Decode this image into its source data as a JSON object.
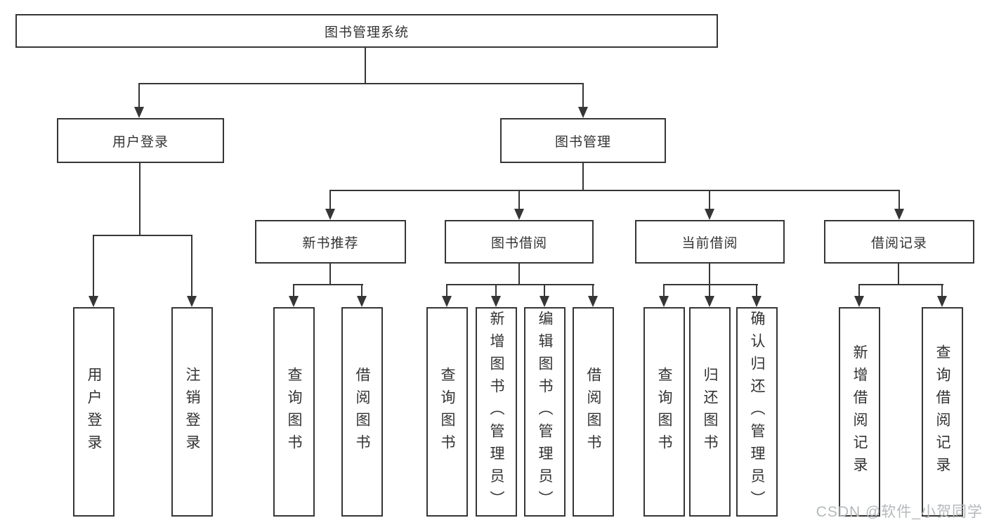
{
  "diagram": {
    "root": {
      "label": "图书管理系统",
      "children": [
        {
          "label": "用户登录",
          "children": [
            {
              "label": "用户登录"
            },
            {
              "label": "注销登录"
            }
          ]
        },
        {
          "label": "图书管理",
          "children": [
            {
              "label": "新书推荐",
              "children": [
                {
                  "label": "查询图书"
                },
                {
                  "label": "借阅图书"
                }
              ]
            },
            {
              "label": "图书借阅",
              "children": [
                {
                  "label": "查询图书"
                },
                {
                  "label": "新增图书（管理员）"
                },
                {
                  "label": "编辑图书（管理员）"
                },
                {
                  "label": "借阅图书"
                }
              ]
            },
            {
              "label": "当前借阅",
              "children": [
                {
                  "label": "查询图书"
                },
                {
                  "label": "归还图书"
                },
                {
                  "label": "确认归还（管理员）"
                }
              ]
            },
            {
              "label": "借阅记录",
              "children": [
                {
                  "label": "新增借阅记录"
                },
                {
                  "label": "查询借阅记录"
                }
              ]
            }
          ]
        }
      ]
    }
  },
  "watermark": {
    "text": "CSDN @软件_小贺同学"
  },
  "colors": {
    "line": "#363636",
    "text": "#333333",
    "background": "#ffffff",
    "watermark": "#b5b9bb"
  }
}
